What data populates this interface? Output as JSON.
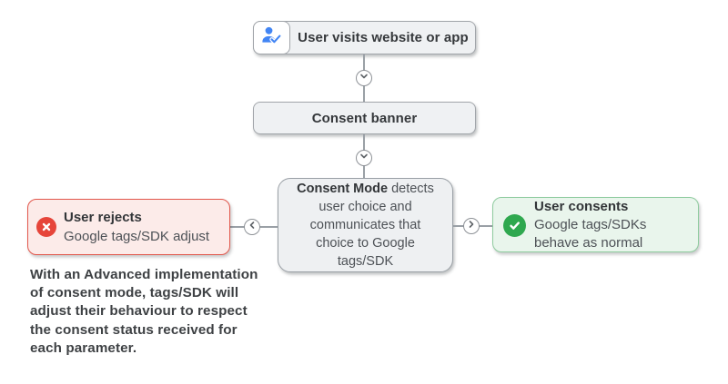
{
  "flow": {
    "top": {
      "label": "User visits website or app"
    },
    "banner": {
      "label": "Consent banner"
    },
    "center": {
      "line1_bold": "Consent Mode",
      "line1_rest": " detects",
      "line2": "user choice and",
      "line3": "communicates that",
      "line4": "choice to Google",
      "line5": "tags/SDK"
    },
    "reject": {
      "title": "User rejects",
      "subtitle": "Google tags/SDK adjust"
    },
    "consent": {
      "title": "User consents",
      "line1": "Google tags/SDKs",
      "line2": "behave as normal"
    },
    "note": {
      "line1": "With an Advanced implementation",
      "line2": "of consent mode, tags/SDK will",
      "line3": "adjust their behaviour to respect",
      "line4": "the consent status received for",
      "line5": "each parameter."
    }
  },
  "icons": {
    "top_box": "user-check-icon",
    "reject_box": "x-circle-icon",
    "consent_box": "check-circle-icon",
    "connectors": [
      "chevron-down-icon",
      "chevron-down-icon",
      "chevron-left-icon",
      "chevron-right-icon"
    ]
  },
  "colors": {
    "gray_box_bg": "#eff1f3",
    "gray_box_border": "#a1a5aa",
    "center_box_border": "#9aa0a6",
    "reject_bg": "#fcebe9",
    "reject_border": "#e2574c",
    "reject_icon": "#e6453a",
    "consent_bg": "#e9f5ec",
    "consent_border": "#8fcc9f",
    "consent_icon": "#2fa84f",
    "user_icon_blue": "#4285f4",
    "text_dark": "#3c4043",
    "connector_gray": "#9aa0a6"
  }
}
